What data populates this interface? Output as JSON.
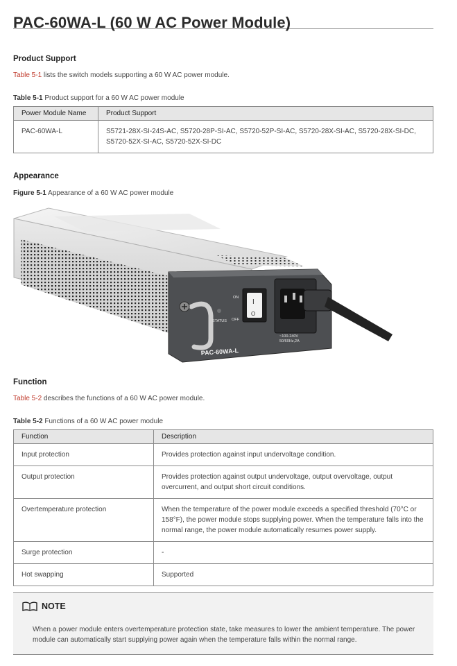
{
  "title": "PAC-60WA-L (60 W AC Power Module)",
  "product_support": {
    "heading": "Product Support",
    "intro_ref": "Table 5-1",
    "intro_text": " lists the switch models supporting a 60 W AC power module.",
    "caption_label": "Table 5-1",
    "caption_text": " Product support for a 60 W AC power module",
    "headers": [
      "Power Module Name",
      "Product Support"
    ],
    "rows": [
      [
        "PAC-60WA-L",
        "S5721-28X-SI-24S-AC, S5720-28P-SI-AC, S5720-52P-SI-AC, S5720-28X-SI-AC, S5720-28X-SI-DC, S5720-52X-SI-AC, S5720-52X-SI-DC"
      ]
    ]
  },
  "appearance": {
    "heading": "Appearance",
    "caption_label": "Figure 5-1",
    "caption_text": " Appearance of a 60 W AC power module",
    "image": {
      "model_label": "PAC-60WA-L",
      "on": "ON",
      "off": "OFF",
      "status": "STATUS",
      "switch_on": "I",
      "switch_off": "O",
      "rating_1": "~100-240V",
      "rating_2": "50/60Hz,2A"
    }
  },
  "function": {
    "heading": "Function",
    "intro_ref": "Table 5-2",
    "intro_text": " describes the functions of a 60 W AC power module.",
    "caption_label": "Table 5-2",
    "caption_text": " Functions of a 60 W AC power module",
    "headers": [
      "Function",
      "Description"
    ],
    "rows": [
      [
        "Input protection",
        "Provides protection against input undervoltage condition."
      ],
      [
        "Output protection",
        "Provides protection against output undervoltage, output overvoltage, output overcurrent, and output short circuit conditions."
      ],
      [
        "Overtemperature protection",
        "When the temperature of the power module exceeds a specified threshold (70°C or 158°F), the power module stops supplying power. When the temperature falls into the normal range, the power module automatically resumes power supply."
      ],
      [
        "Surge protection",
        "-"
      ],
      [
        "Hot swapping",
        "Supported"
      ]
    ]
  },
  "note": {
    "label": "NOTE",
    "text": "When a power module enters overtemperature protection state, take measures to lower the ambient temperature. The power module can automatically start supplying power again when the temperature falls within the normal range."
  }
}
